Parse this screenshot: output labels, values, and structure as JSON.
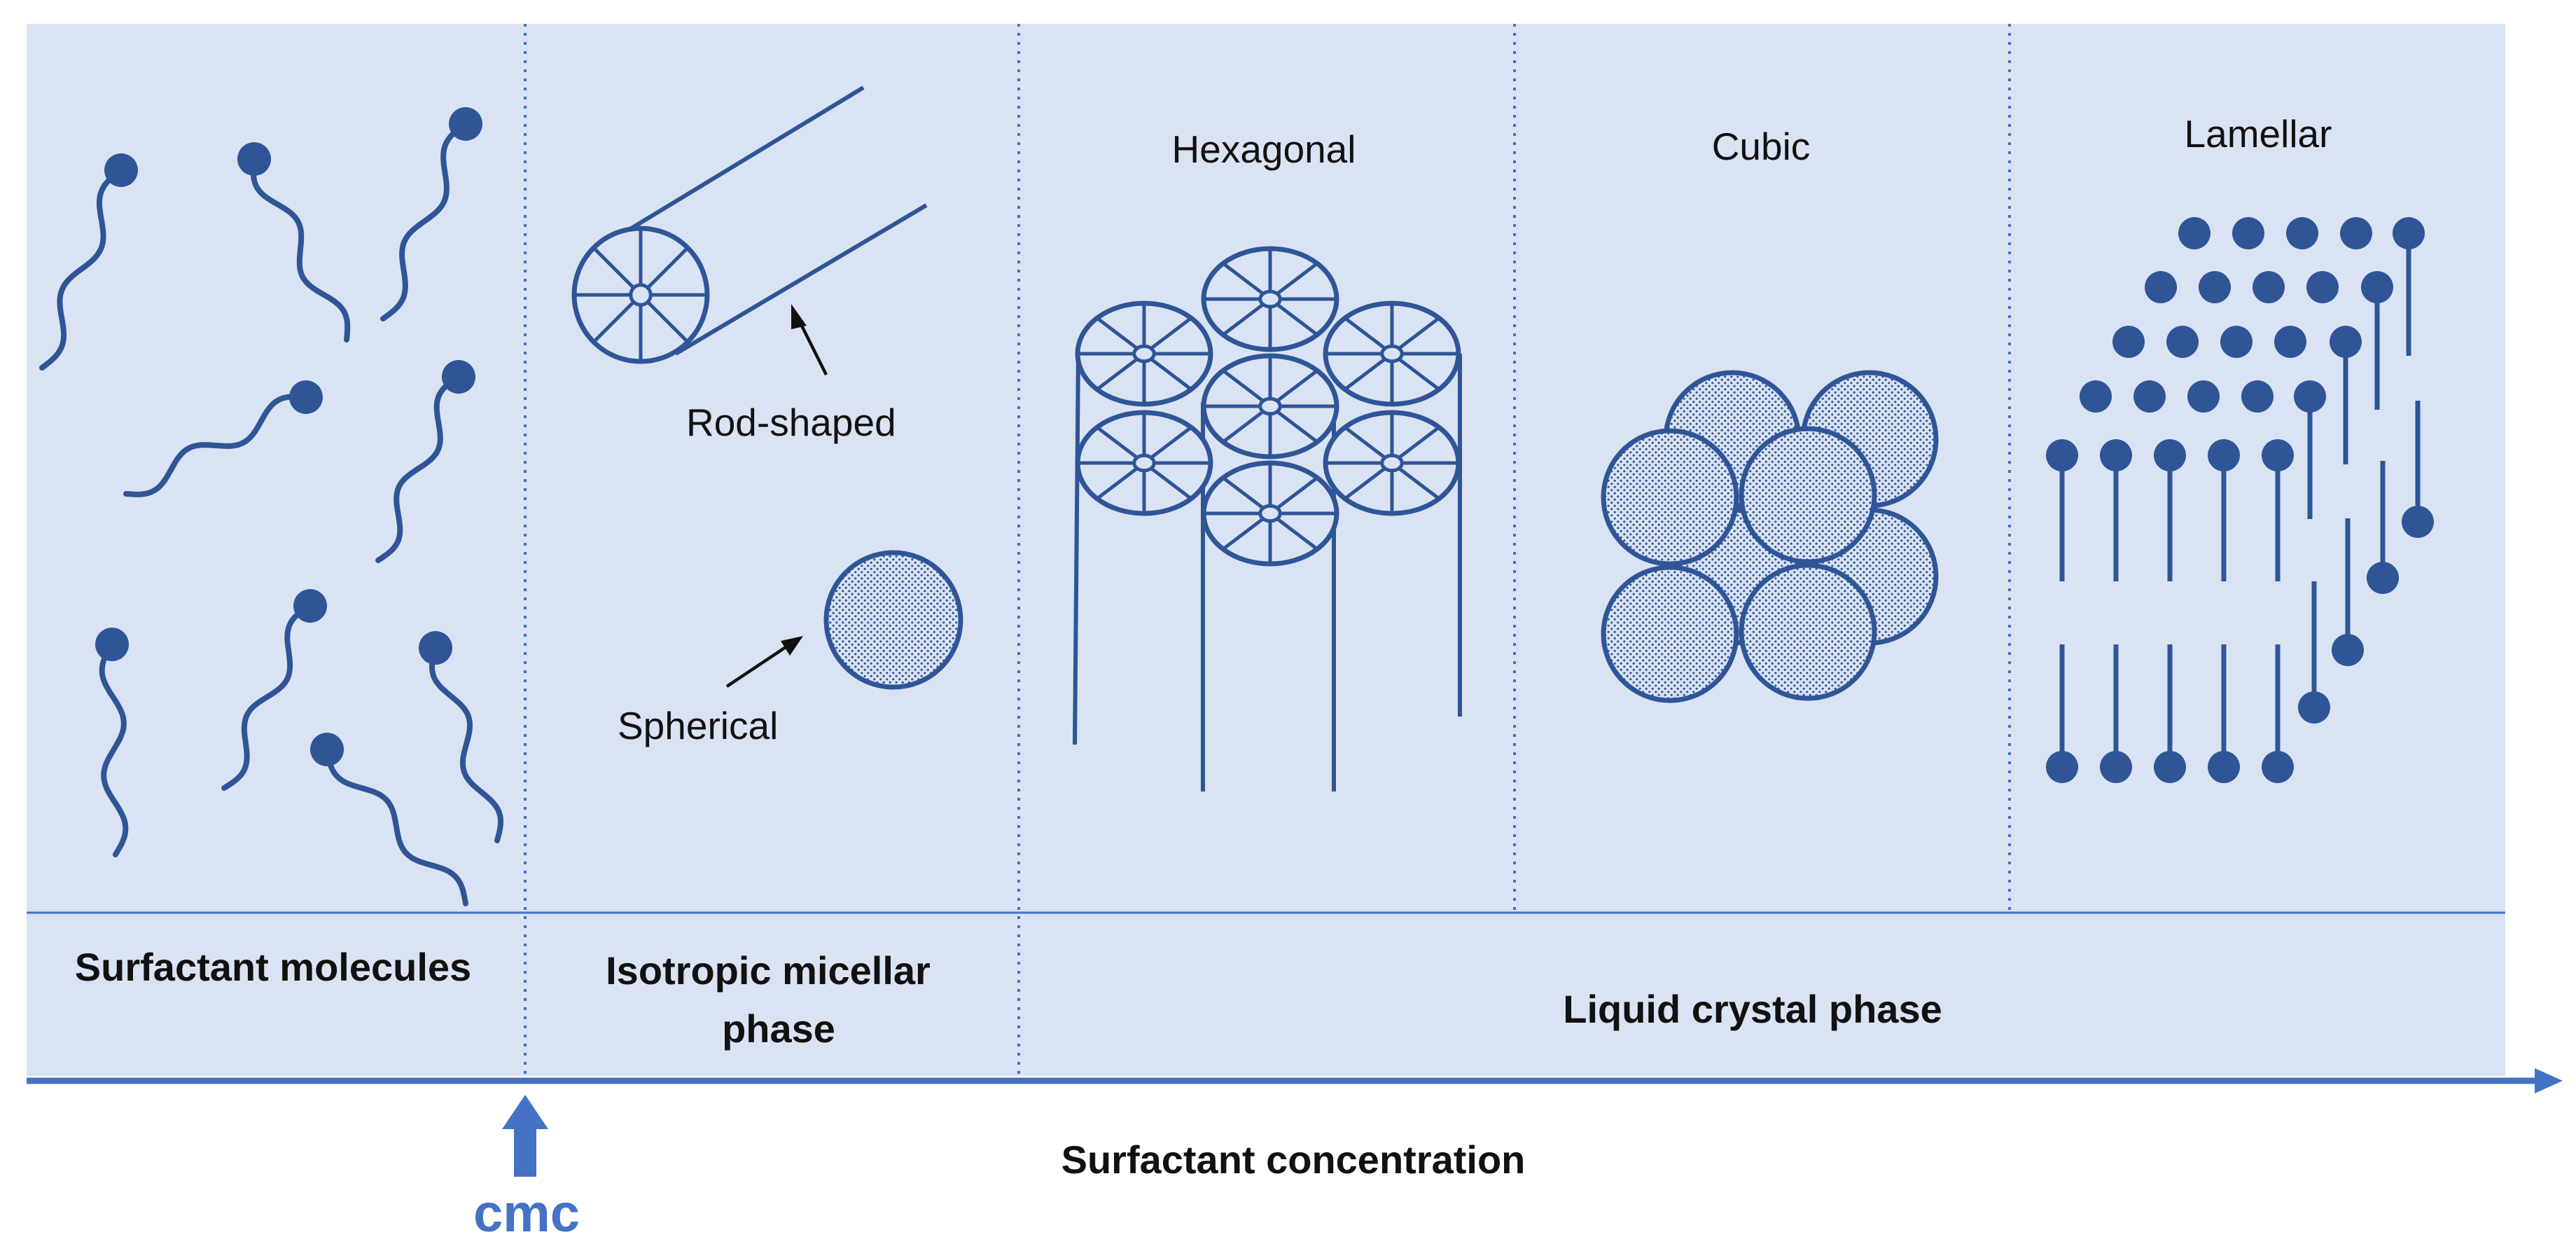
{
  "colors": {
    "panel": "#dae3f3",
    "ink": "#2f5597",
    "axis": "#4472c4",
    "divider": "#4472c4"
  },
  "labels": {
    "hexagonal": "Hexagonal",
    "cubic": "Cubic",
    "lamellar": "Lamellar",
    "rod_shaped": "Rod-shaped",
    "spherical": "Spherical"
  },
  "phases": {
    "surfactant_molecules": "Surfactant molecules",
    "isotropic_line1": "Isotropic micellar",
    "isotropic_line2": "phase",
    "liquid_crystal": "Liquid crystal phase"
  },
  "axis": {
    "label": "Surfactant concentration",
    "cmc": "cmc"
  },
  "icons": {
    "cmc_arrow": "up-arrow-icon",
    "axis_arrow": "right-arrow-icon"
  }
}
